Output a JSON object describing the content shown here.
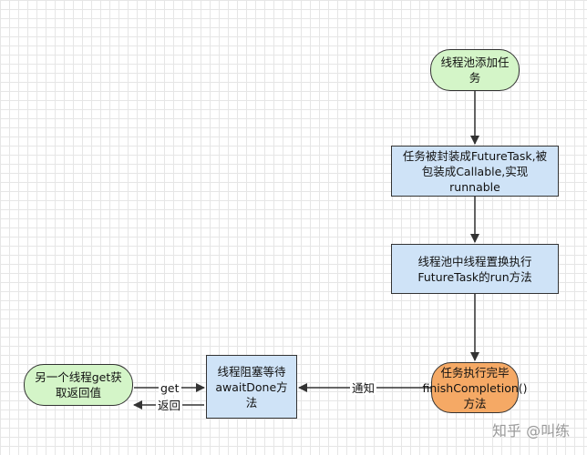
{
  "nodes": {
    "start": "线程池添加任务",
    "wrap": "任务被封装成FutureTask,被包装成Callable,实现runnable",
    "exec": "线程池中线程置换执行FutureTask的run方法",
    "finish": "任务执行完毕finishCompletion()方法",
    "wait": "线程阻塞等待awaitDone方法",
    "other": "另一个线程get获取返回值"
  },
  "edges": {
    "notify": "通知",
    "get": "get",
    "return": "返回"
  },
  "watermark": "知乎 @叫练"
}
